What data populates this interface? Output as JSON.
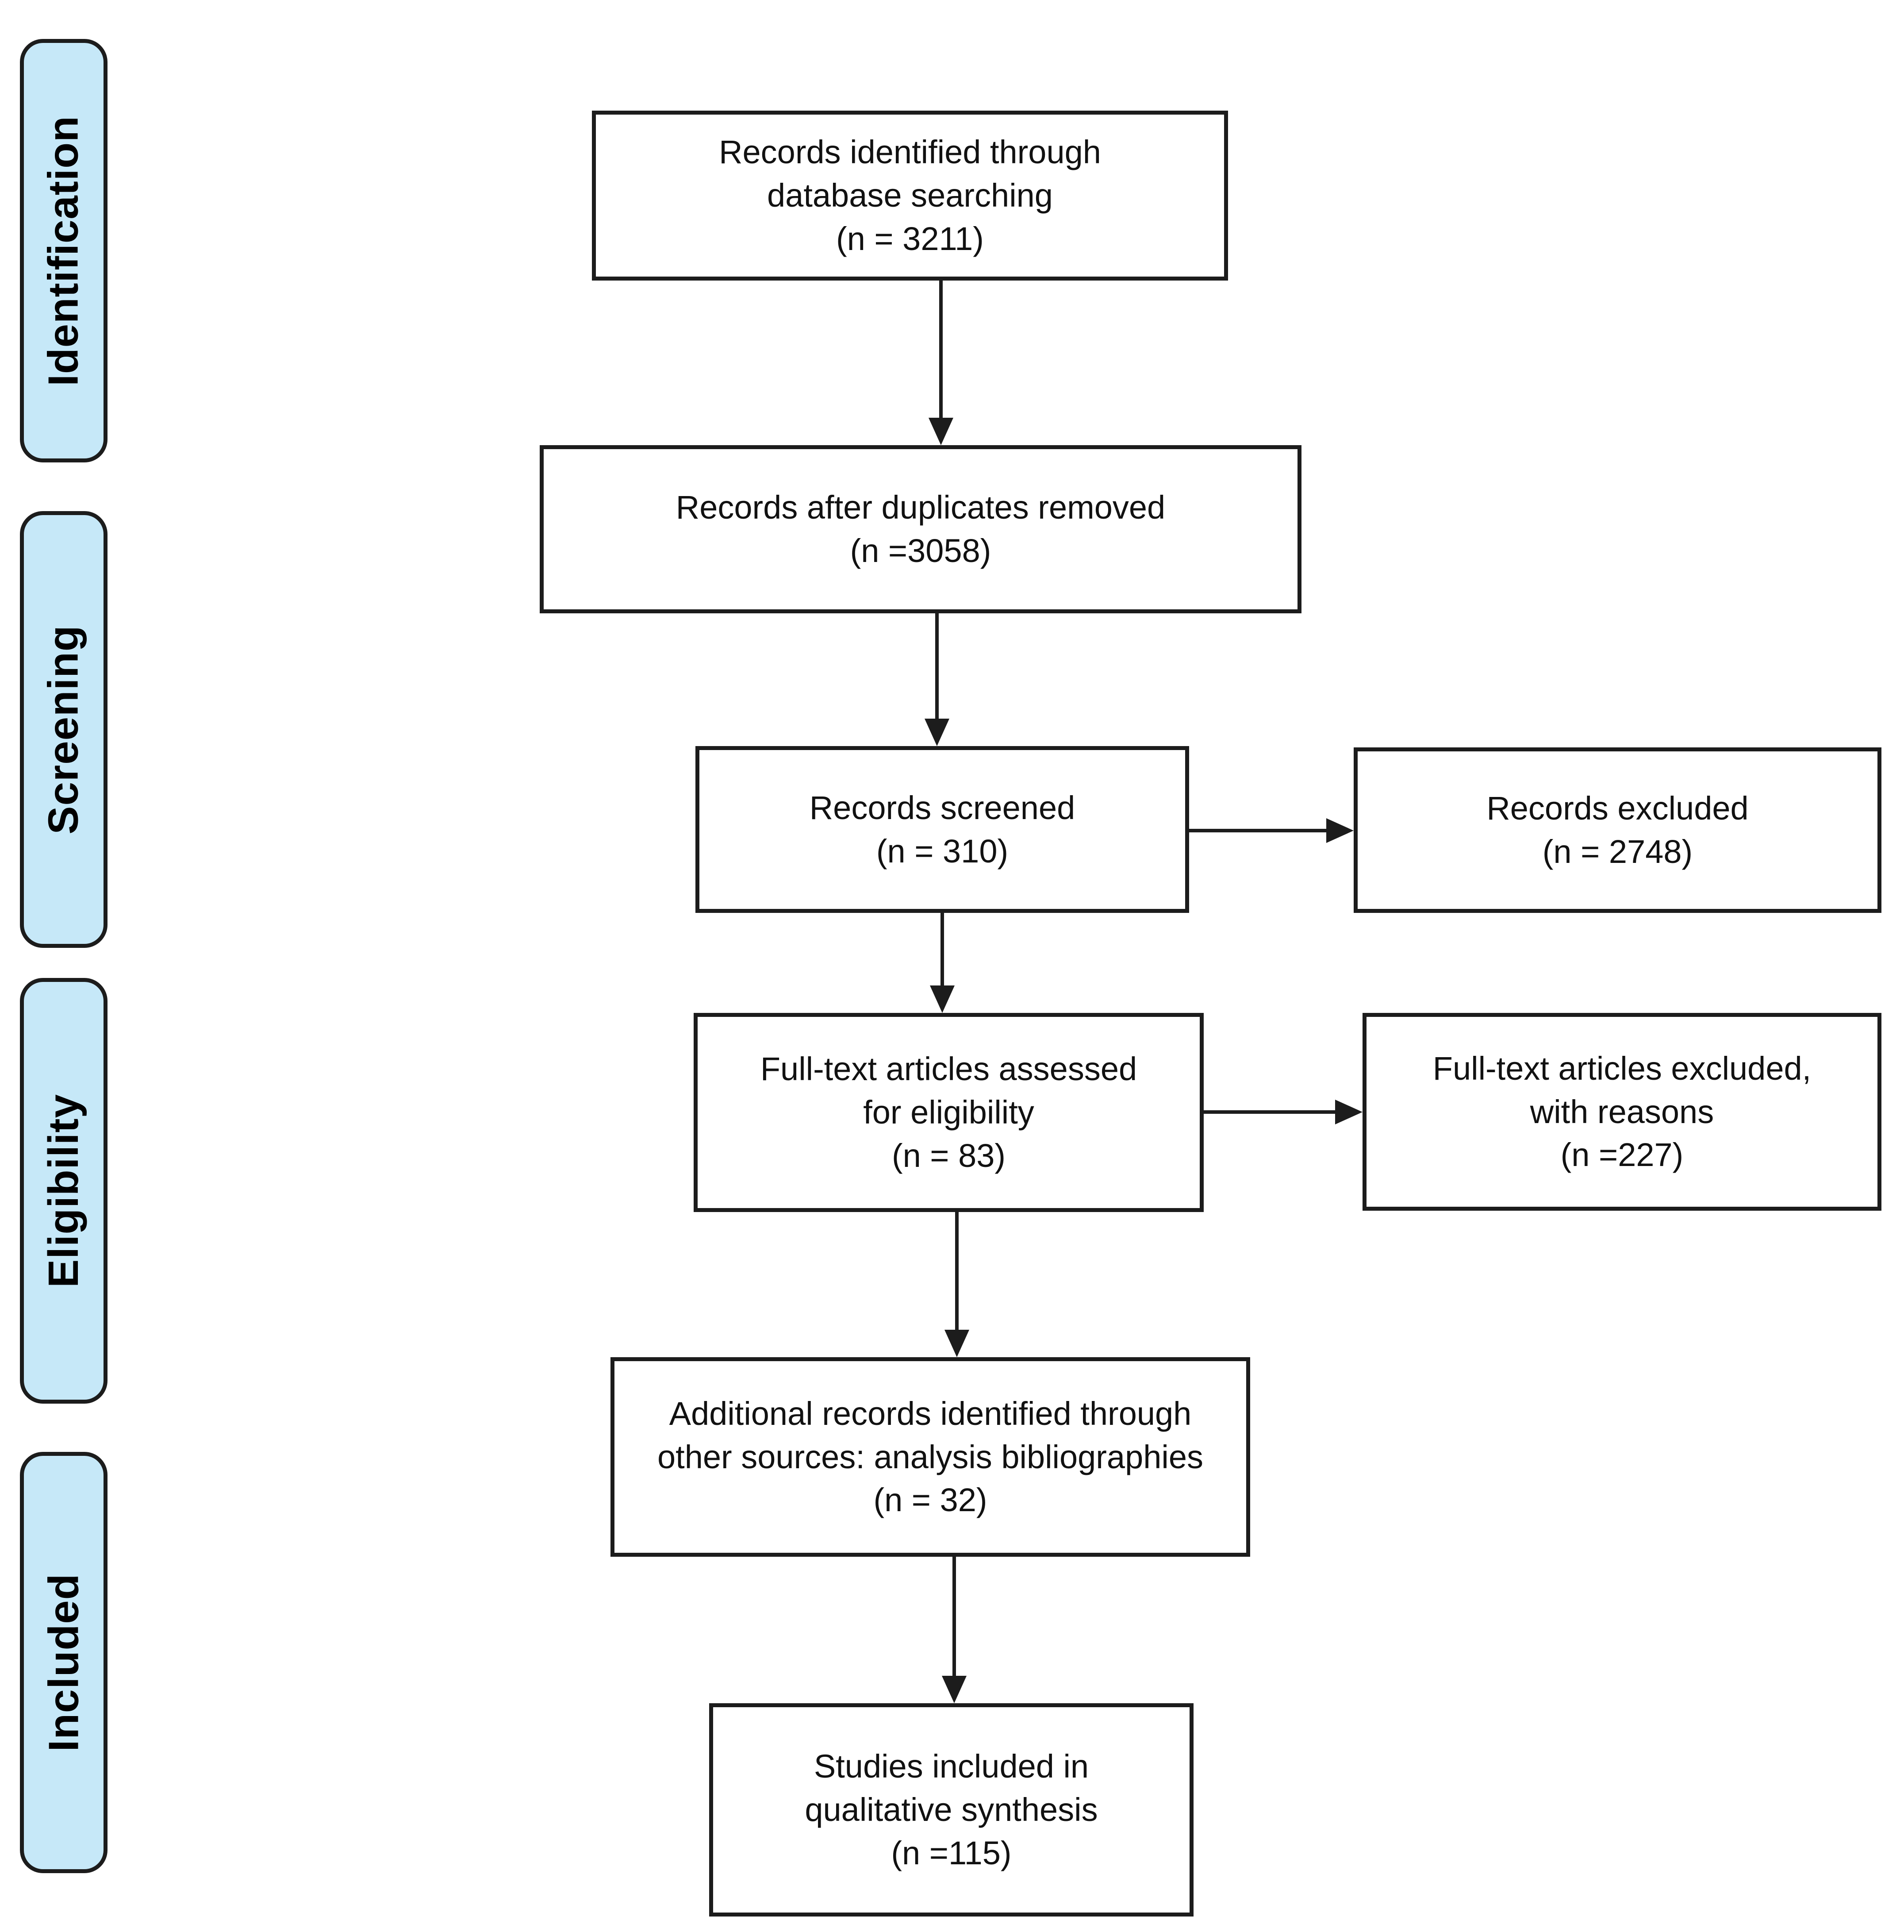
{
  "diagram": {
    "kind": "PRISMA flow diagram",
    "colors": {
      "stage_fill": "#C6E8F8",
      "box_fill": "#FFFFFF",
      "line": "#1C1C1C"
    },
    "stages": [
      {
        "label": "Identification"
      },
      {
        "label": "Screening"
      },
      {
        "label": "Eligibility"
      },
      {
        "label": "Included"
      }
    ],
    "boxes": {
      "identified": {
        "text": "Records identified through\ndatabase searching\n(n = 3211)",
        "n": 3211
      },
      "after_duplicates": {
        "text": "Records after duplicates removed\n(n =3058)",
        "n": 3058
      },
      "screened": {
        "text": "Records screened\n(n = 310)",
        "n": 310
      },
      "excluded": {
        "text": "Records excluded\n(n = 2748)",
        "n": 2748
      },
      "fulltext_assessed": {
        "text": "Full-text articles assessed\nfor eligibility\n(n = 83)",
        "n": 83
      },
      "fulltext_excluded": {
        "text": "Full-text articles excluded,\nwith reasons\n(n =227)",
        "n": 227
      },
      "additional": {
        "text": "Additional records identified through\nother sources: analysis bibliographies\n(n = 32)",
        "n": 32
      },
      "included_studies": {
        "text": "Studies included in\nqualitative synthesis\n(n =115)",
        "n": 115
      }
    }
  }
}
